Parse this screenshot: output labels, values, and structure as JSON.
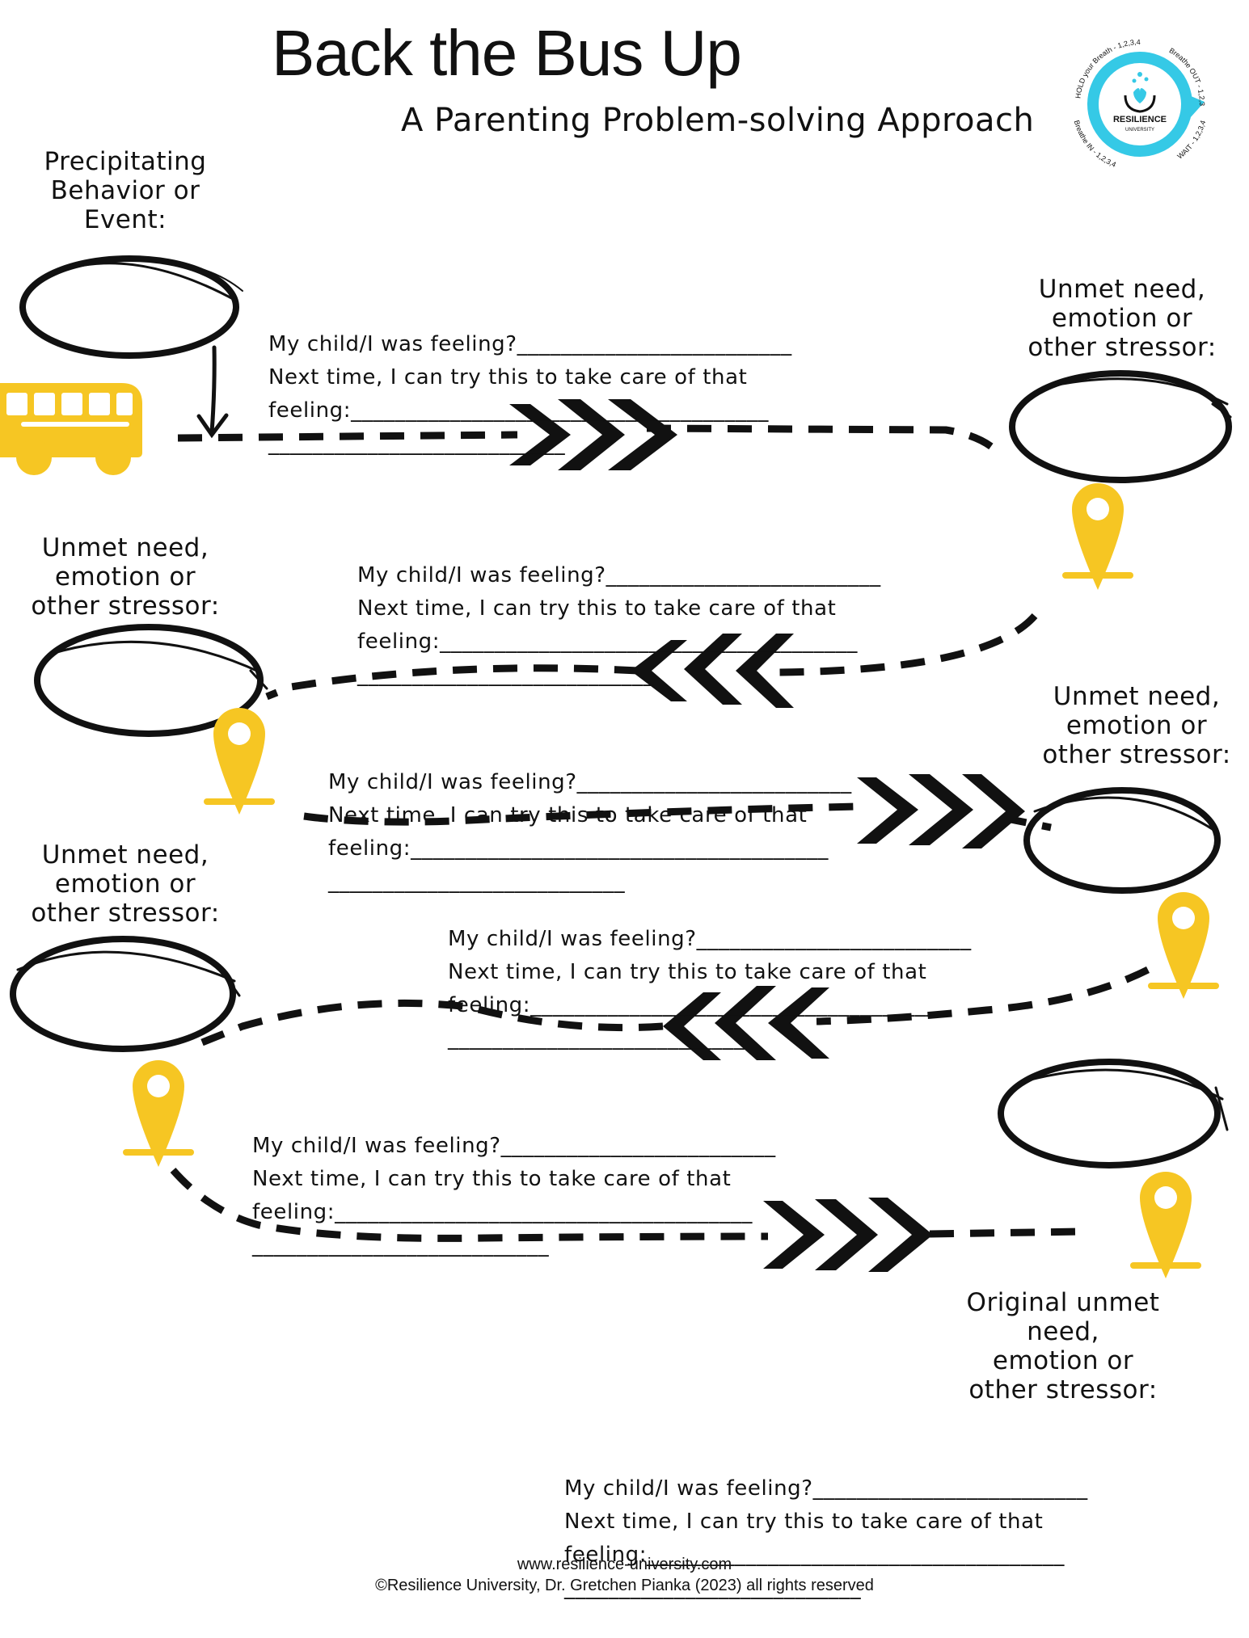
{
  "title": "Back the Bus Up",
  "subtitle": "A Parenting Problem-solving Approach",
  "logo": {
    "name": "RESILIENCE",
    "sub": "UNIVERSITY",
    "ring": [
      "HOLD your Breath - 1,2,3,4",
      "Breathe OUT - 1,2,3,4",
      "WAIT - 1,2,3,4",
      "Breathe IN - 1,2,3,4"
    ],
    "accent": "#35c9e6"
  },
  "labels": {
    "start": [
      "Precipitating",
      "Behavior or",
      "Event:"
    ],
    "need": [
      "Unmet need,",
      "emotion or",
      "other stressor:"
    ],
    "original": [
      "Original unmet",
      "need,",
      "emotion or",
      "other stressor:"
    ]
  },
  "prompt": {
    "feeling": "My child/I was feeling?_________________________",
    "next": "Next time, I can try this to take care of that",
    "care": "feeling:______________________________________",
    "blank": "___________________________"
  },
  "colors": {
    "bus": "#f6c623",
    "pin": "#f6c623",
    "ink": "#111111"
  },
  "footer": {
    "url": "www.resilience-university.com",
    "copyright": "©Resilience University, Dr. Gretchen Pianka (2023) all rights reserved"
  }
}
